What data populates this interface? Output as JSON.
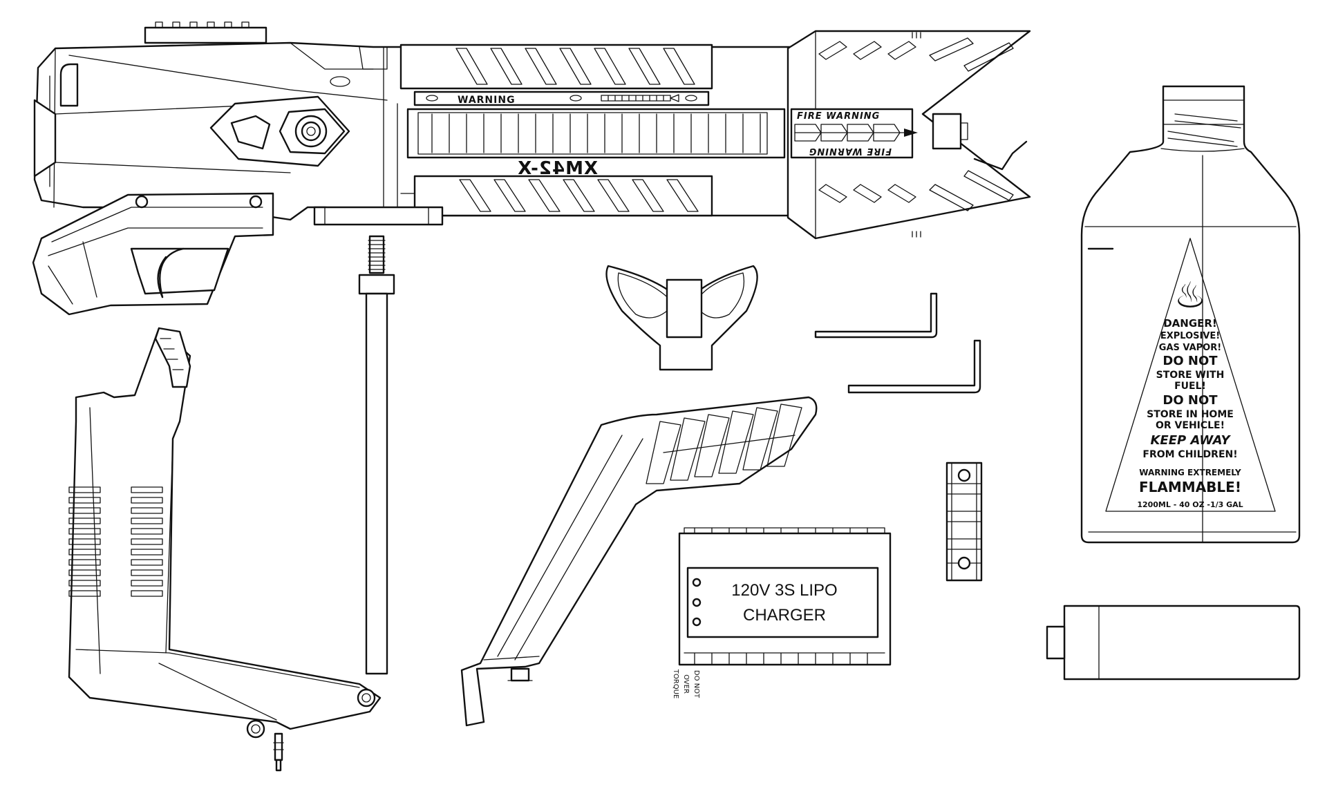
{
  "launcher": {
    "warning_text": "WARNING",
    "model_text": "XM42-X",
    "fire_warning_top": "FIRE WARNING",
    "fire_warning_bottom": "FIRE WARNING"
  },
  "torque_key": {
    "line1": "DO NOT",
    "line2": "OVER",
    "line3": "TORQUE"
  },
  "charger": {
    "line1": "120V 3S LIPO",
    "line2": "CHARGER"
  },
  "bottle": {
    "lines": [
      "DANGER!",
      "EXPLOSIVE!",
      "GAS VAPOR!",
      "DO NOT",
      "STORE WITH",
      "FUEL!",
      "DO NOT",
      "STORE IN HOME",
      "OR VEHICLE!",
      "KEEP AWAY",
      "FROM CHILDREN!",
      "WARNING EXTREMELY",
      "FLAMMABLE!",
      "1200ML - 40 OZ -1/3 GAL"
    ],
    "icon": "flame-icon"
  }
}
